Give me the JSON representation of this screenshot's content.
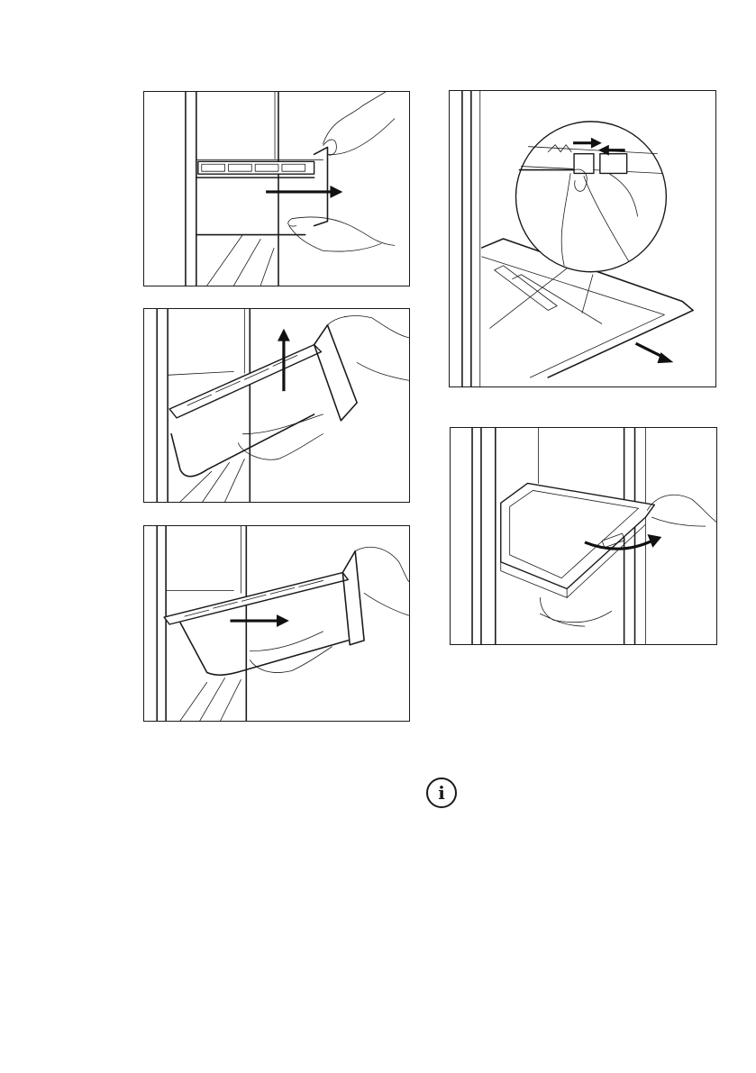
{
  "figures": [
    {
      "id": "fig-1",
      "icon": "drawer-pull-out-illustration"
    },
    {
      "id": "fig-2",
      "icon": "drawer-lift-up-illustration"
    },
    {
      "id": "fig-3",
      "icon": "drawer-slide-out-illustration"
    },
    {
      "id": "fig-4",
      "icon": "glass-shelf-clip-release-illustration"
    },
    {
      "id": "fig-5",
      "icon": "glass-shelf-tilt-illustration"
    }
  ],
  "info_icon": {
    "icon": "info-icon",
    "glyph": "i"
  },
  "colors": {
    "line": "#1a1a1a",
    "background": "#ffffff"
  }
}
